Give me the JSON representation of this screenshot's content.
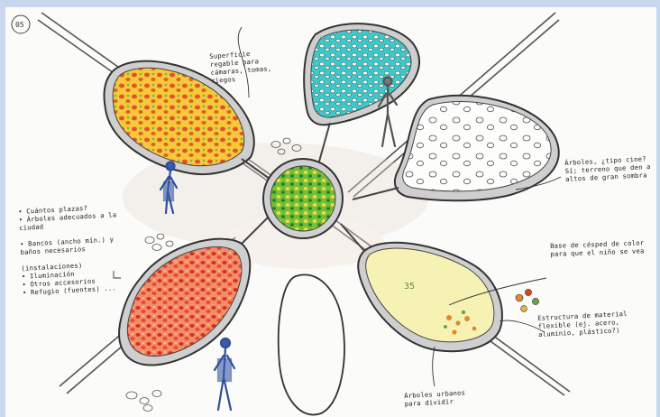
{
  "sketch": {
    "page_number": "05",
    "notes": {
      "top_center": "Superficie regable para cámaras, tomas, riegos",
      "right_top": "Árboles, ¿tipo cine? Sí; terreno que den a altos de gran sombra",
      "right_middle": "Base de césped de color para que el niño se vea",
      "right_bottom": "Estructura de material flexible (ej. acero, aluminio, plástico?)",
      "bottom_center": "Árboles urbanos para dividir",
      "left_list": "• Cuántos plazas?\n• Árboles adecuados a la ciudad\n\n• Bancos (ancho mín.) y baños necesarios\n\n(instalaciones)\n• Iluminación\n• Otros accesorios\n• Refugio (fuentes) ...",
      "pebble_label": "35"
    }
  }
}
